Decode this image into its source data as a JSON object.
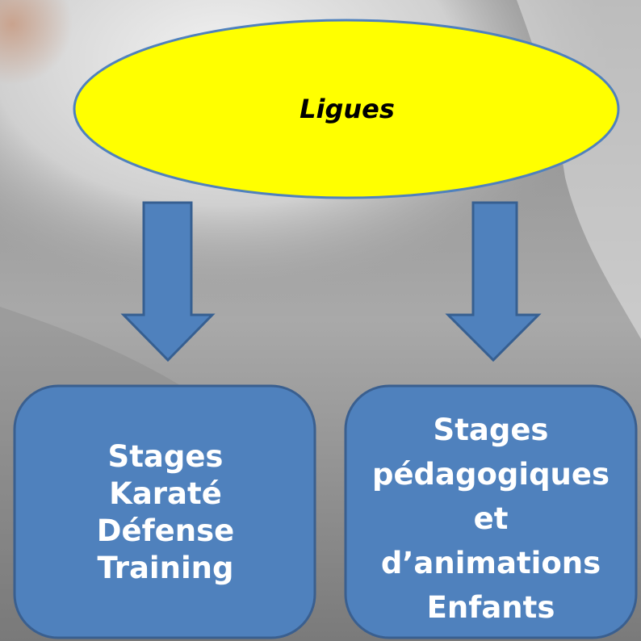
{
  "diagram": {
    "root": {
      "label": "Ligues"
    },
    "children": [
      {
        "label": "Stages\nKaraté\nDéfense\nTraining"
      },
      {
        "label": "Stages\npédagogiques\net\nd’animations\nEnfants"
      }
    ]
  },
  "colors": {
    "oval_fill": "#ffff00",
    "oval_stroke": "#4f81bd",
    "box_fill": "#4f81bd",
    "box_stroke": "#3a5f8f",
    "arrow_fill": "#4f81bd",
    "arrow_stroke": "#365f91",
    "text_on_box": "#ffffff"
  }
}
